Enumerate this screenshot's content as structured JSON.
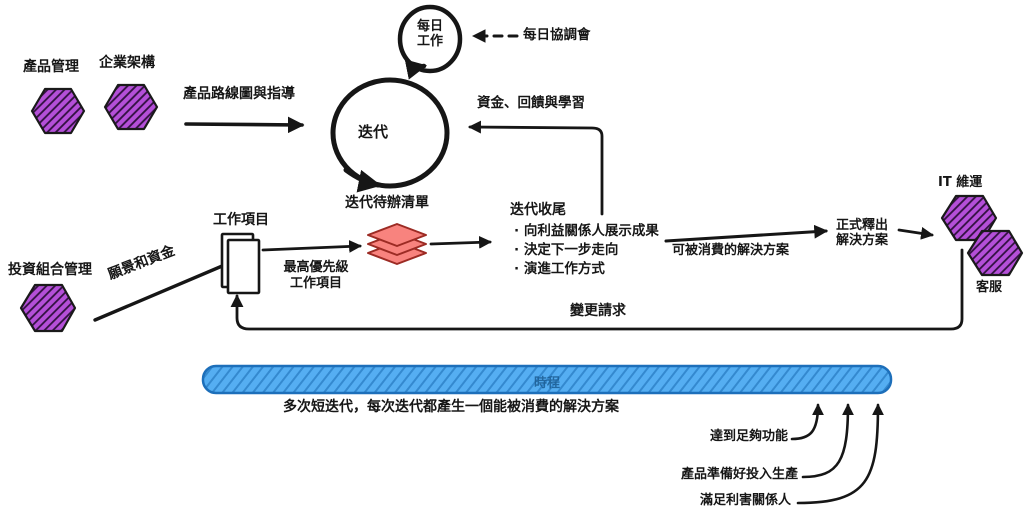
{
  "sources": {
    "product_management": "產品管理",
    "enterprise_architecture": "企業架構",
    "portfolio_management": "投資組合管理"
  },
  "flows": {
    "roadmap_guidance": "產品路線圖與指導",
    "vision_and_funding": "願景和資金",
    "funding_feedback_learning": "資金、回饋與學習",
    "daily_sync_meeting": "每日協調會",
    "top_priority_line1": "最高優先級",
    "top_priority_line2": "工作項目",
    "consumable_solution": "可被消費的解決方案",
    "change_request": "變更請求"
  },
  "iteration": {
    "label": "迭代",
    "backlog": "迭代待辦清單",
    "daily_work_line1": "每日",
    "daily_work_line2": "工作"
  },
  "work_items": {
    "label": "工作項目"
  },
  "iteration_close": {
    "title": "迭代收尾",
    "bullets": [
      "向利益關係人展示成果",
      "決定下一步走向",
      "演進工作方式"
    ]
  },
  "release": {
    "line1": "正式釋出",
    "line2": "解決方案"
  },
  "consumers": {
    "it_ops": "IT 維運",
    "customer_service": "客服"
  },
  "timeline": {
    "bar_label": "時程",
    "note": "多次短迭代，每次迭代都產生一個能被消費的解決方案",
    "milestones": [
      "達到足夠功能",
      "產品準備好投入生產",
      "滿足利害關係人"
    ]
  },
  "colors": {
    "ink": "#161616",
    "hexagon_fill": "#b44fd8",
    "hexagon_hatch": "#30103f",
    "layers_fill": "#f8837e",
    "layers_stroke": "#9c2b24",
    "bar_fill": "#55aef2",
    "bar_hatch": "#3489cf",
    "bar_stroke": "#1d6fba",
    "bar_label_color": "#1c5d93"
  }
}
